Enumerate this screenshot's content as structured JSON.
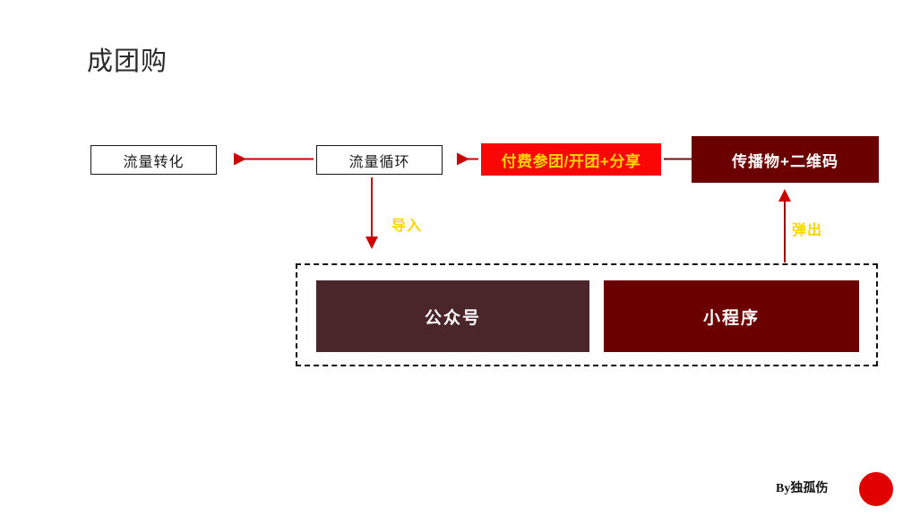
{
  "slide": {
    "title": "成团购",
    "background_color": "#ffffff"
  },
  "colors": {
    "arrow_red": "#cc0000",
    "bright_red": "#fb0606",
    "dark_red": "#6b0000",
    "maroon": "#4a2529",
    "accent_yellow": "#ffd400",
    "box_border": "#1a1a1a",
    "logo_red": "#e00000"
  },
  "nodes": {
    "traffic_conversion": {
      "label": "流量转化"
    },
    "traffic_loop": {
      "label": "流量循环"
    },
    "paid_group": {
      "label": "付费参团/开团+分享"
    },
    "material_qr": {
      "label": "传播物+二维码"
    },
    "official_account": {
      "label": "公众号"
    },
    "mini_program": {
      "label": "小程序"
    }
  },
  "arrow_labels": {
    "import": "导入",
    "popup": "弹出"
  },
  "footer": {
    "credit": "By独孤伤",
    "logo_name": "red-circle-logo"
  }
}
